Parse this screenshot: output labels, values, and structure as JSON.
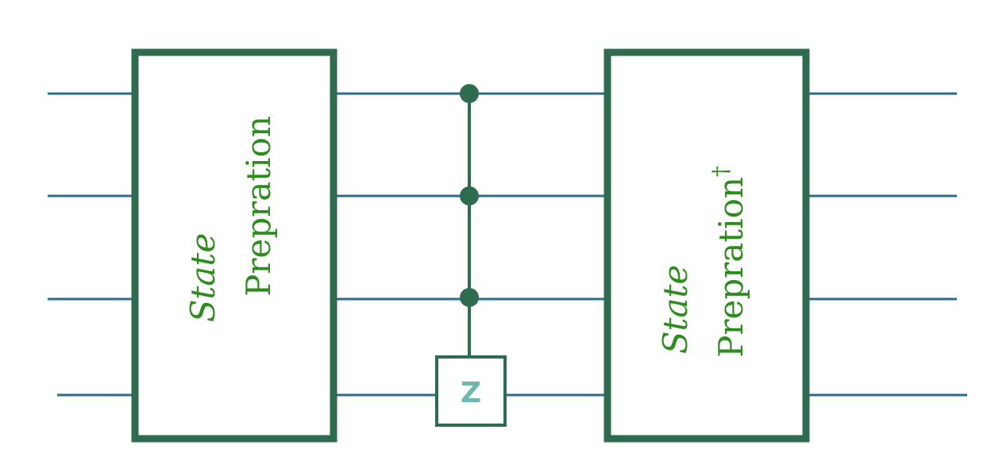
{
  "diagram": {
    "qubit_count": 4,
    "gates": [
      {
        "line1": "State",
        "line2": "Prepration",
        "superscript": ""
      },
      {
        "type": "multi-controlled",
        "controls": 3,
        "target_label": "Z"
      },
      {
        "line1": "State",
        "line2": "Prepration",
        "superscript": "†"
      }
    ]
  },
  "colors": {
    "wire": "#2e6a8a",
    "gate_border": "#2f6b4f",
    "gate_text": "#2e8b1e",
    "z_text": "#6fb8b0"
  }
}
